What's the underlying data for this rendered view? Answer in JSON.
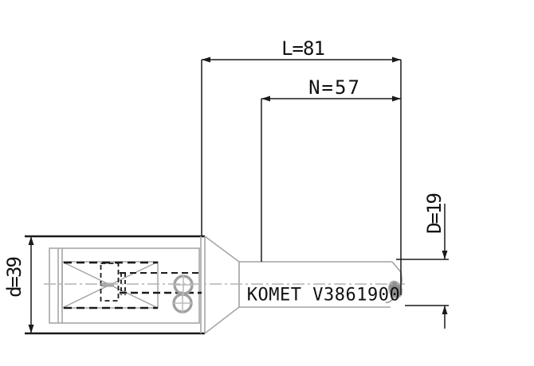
{
  "drawing": {
    "title": "boring-tool-technical-drawing",
    "brand_label": "KOMET V3861900",
    "dimensions": {
      "overall_length": {
        "label": "L=81",
        "value": 81
      },
      "neck_length": {
        "label": "N=57",
        "value": 57
      },
      "shank_diameter": {
        "label": "D=19",
        "value": 19
      },
      "head_diameter": {
        "label": "d=39",
        "value": 39
      }
    },
    "colors": {
      "dimension_line": "#1a1a1a",
      "part_outline": "#a2a2a2",
      "hidden_line": "#1a1a1a",
      "centerline": "#b4b4b4",
      "insert_fill": "#8f8f8f",
      "background": "#ffffff"
    }
  }
}
